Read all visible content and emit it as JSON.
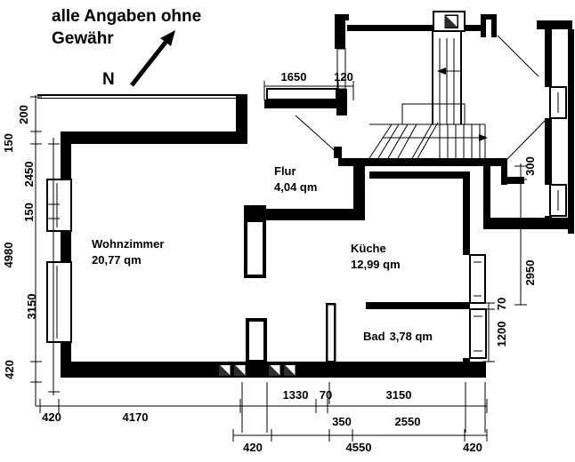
{
  "header": {
    "disclaimer_line1": "alle Angaben ohne",
    "disclaimer_line2": "Gewähr"
  },
  "compass": {
    "label": "N"
  },
  "rooms": [
    {
      "name": "Wohnzimmer",
      "area": "20,77 qm"
    },
    {
      "name": "Flur",
      "area": "4,04 qm"
    },
    {
      "name": "Küche",
      "area": "12,99 qm"
    },
    {
      "name": "Bad",
      "area": "3,78 qm"
    }
  ],
  "dimensions": {
    "top": [
      "1650",
      "120"
    ],
    "left_outer": [
      "200",
      "150",
      "4980",
      "420"
    ],
    "left_inner": [
      "2450",
      "150",
      "3150"
    ],
    "right": [
      "300",
      "2950",
      "70",
      "1200"
    ],
    "bottom_row1_left": [
      "420",
      "4170"
    ],
    "bottom_row1_right": [
      "1330",
      "70",
      "3150"
    ],
    "bottom_row2": [
      "350",
      "2550"
    ],
    "bottom_row3": [
      "420",
      "4550",
      "420"
    ]
  },
  "colors": {
    "ink": "#000000",
    "paper": "#ffffff",
    "hatch_dark": "#2e2e2e"
  }
}
